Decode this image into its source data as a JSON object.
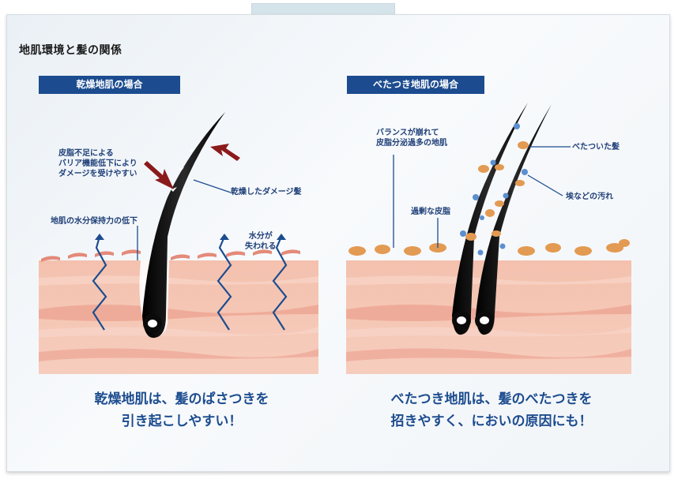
{
  "title": "地肌環境と髪の関係",
  "left_panel": {
    "label": "乾燥地肌の場合",
    "annotations": {
      "sebum_line1": "皮脂不足による",
      "sebum_line2": "バリア機能低下により",
      "sebum_line3": "ダメージを受けやすい",
      "dry_hair": "乾燥したダメージ髪",
      "moisture_retention": "地肌の水分保持力の低下",
      "moisture_loss_line1": "水分が",
      "moisture_loss_line2": "失われる"
    },
    "caption_line1": "乾燥地肌は、髪のぱさつきを",
    "caption_line2": "引き起こしやすい！"
  },
  "right_panel": {
    "label": "べたつき地肌の場合",
    "annotations": {
      "balance_line1": "バランスが崩れて",
      "balance_line2": "皮脂分泌過多の地肌",
      "excess_sebum": "過剰な皮脂",
      "sticky_hair": "べたついた髪",
      "dirt": "埃などの汚れ"
    },
    "caption_line1": "べたつき地肌は、髪のべたつきを",
    "caption_line2": "招きやすく、においの原因にも！"
  },
  "colors": {
    "accent_blue": "#1c4c8f",
    "arrow_red": "#8b1a1a",
    "skin": "#f2b5a0",
    "sebum": "#e39a52",
    "dirt": "#5b8fd0"
  }
}
